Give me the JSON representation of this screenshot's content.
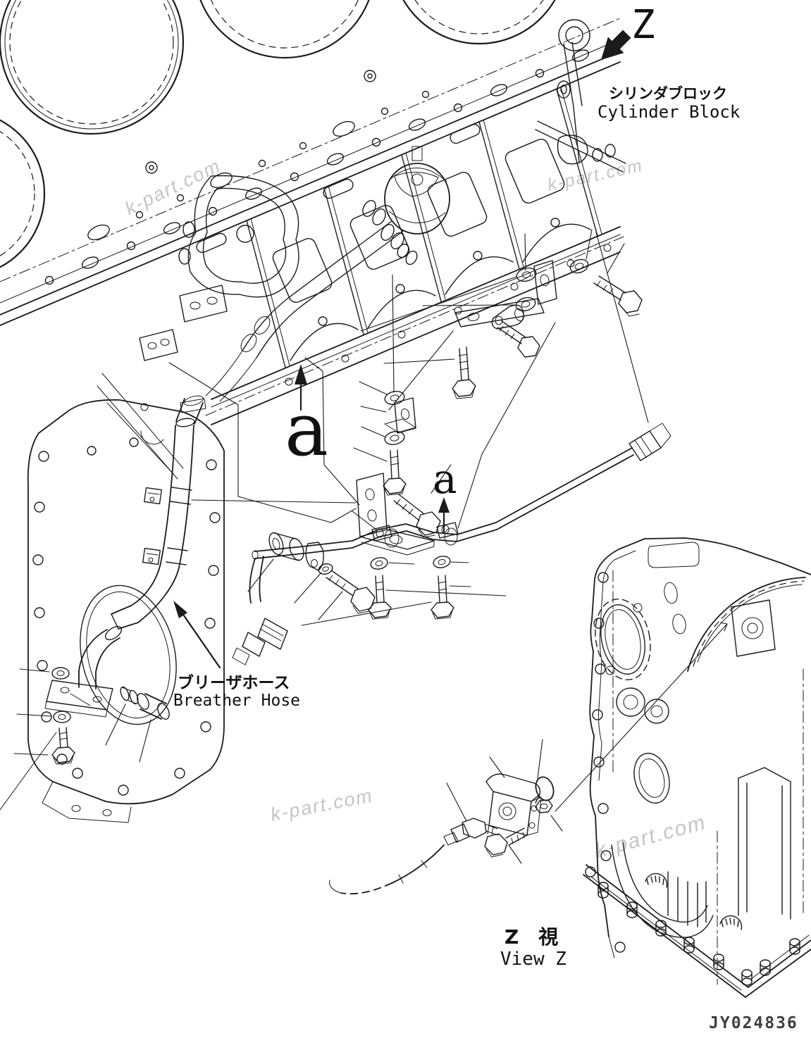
{
  "page": {
    "background": "#ffffff",
    "line_color": "#1b1b1b",
    "watermark_color": "#b7b7b7",
    "part_code_color": "#3f3f3f"
  },
  "view_marker": {
    "letter": "Z"
  },
  "labels": {
    "cylinder_block_jp": "シリンダブロック",
    "cylinder_block_en": "Cylinder Block",
    "breather_hose_jp": "ブリーザホース",
    "breather_hose_en": "Breather Hose",
    "view_z_jp": "Z　視",
    "view_z_en": "View Z"
  },
  "callouts": {
    "a1": "a",
    "a2": "a"
  },
  "watermark": {
    "text": "k-part.com"
  },
  "part_code": "JY024836"
}
